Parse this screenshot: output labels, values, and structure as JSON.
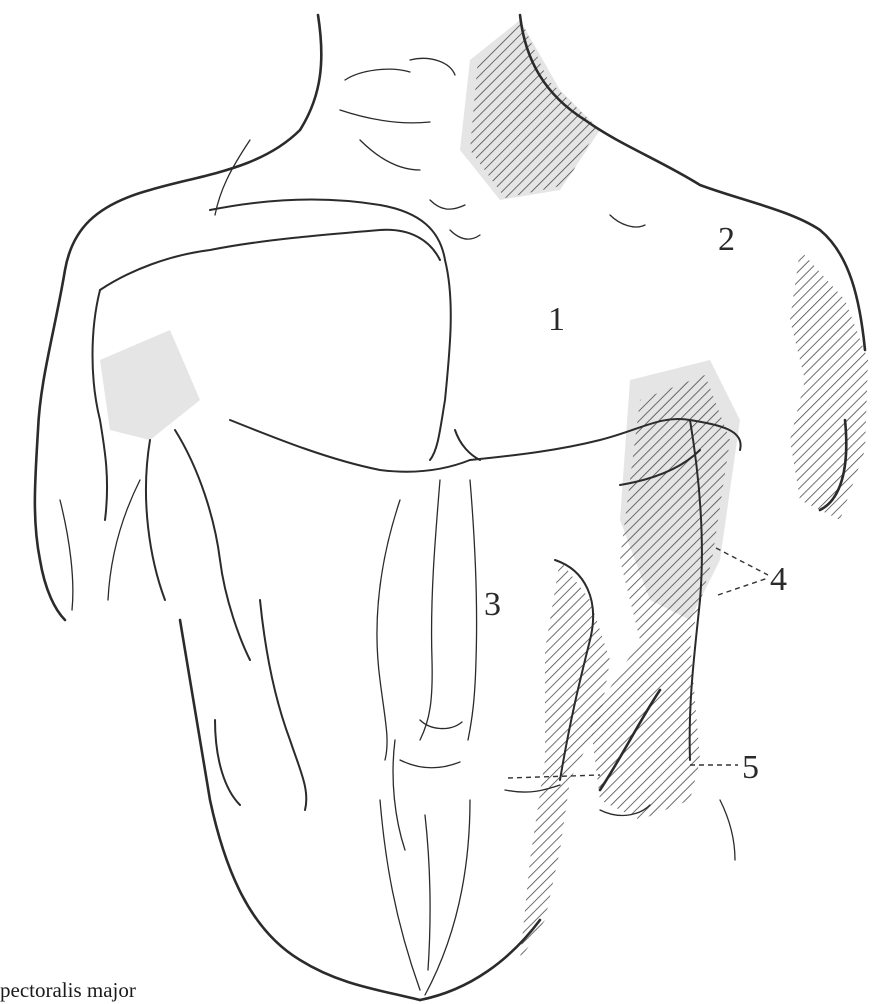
{
  "figure": {
    "labels": [
      {
        "id": "1",
        "text": "1"
      },
      {
        "id": "2",
        "text": "2"
      },
      {
        "id": "3",
        "text": "3"
      },
      {
        "id": "4",
        "text": "4"
      },
      {
        "id": "5",
        "text": "5"
      }
    ],
    "caption": "pectoralis major"
  }
}
